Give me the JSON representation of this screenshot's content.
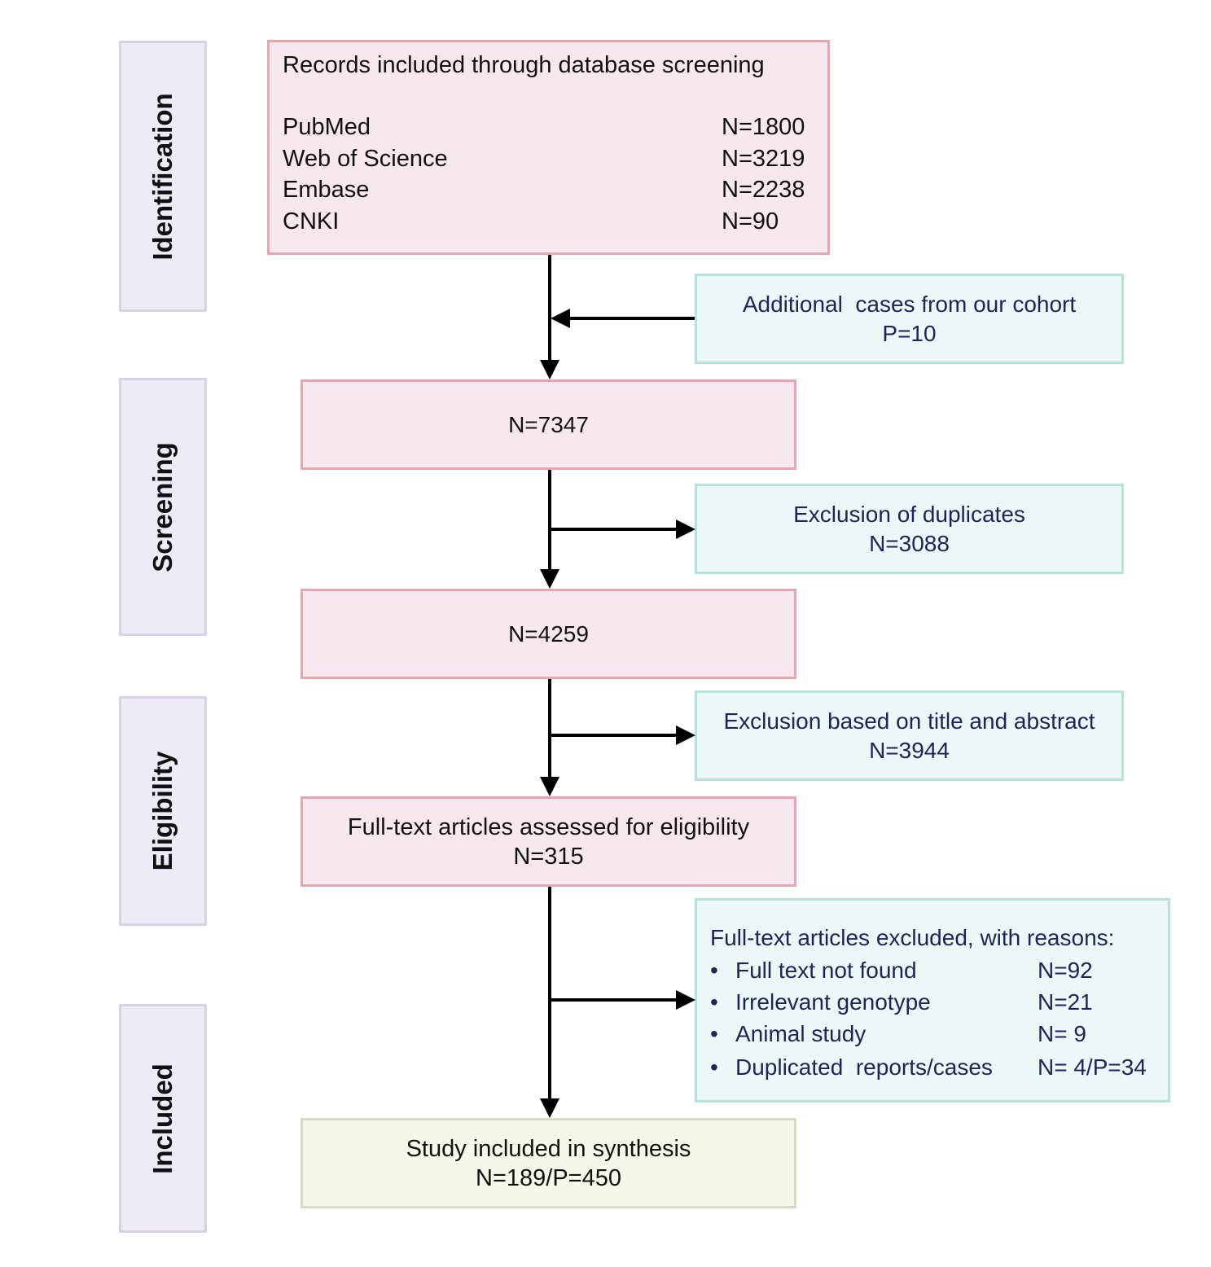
{
  "stages": {
    "identification": "Identification",
    "screening": "Screening",
    "eligibility": "Eligibility",
    "included": "Included"
  },
  "records_box": {
    "title": "Records included through database screening",
    "databases": [
      {
        "name": "PubMed",
        "count": "N=1800"
      },
      {
        "name": "Web of Science",
        "count": "N=3219"
      },
      {
        "name": "Embase",
        "count": "N=2238"
      },
      {
        "name": "CNKI",
        "count": "N=90"
      }
    ]
  },
  "additional_box": {
    "line1": "Additional  cases from our cohort",
    "line2": "P=10"
  },
  "screen_box": {
    "value": "N=7347"
  },
  "duplicates_box": {
    "line1": "Exclusion of duplicates",
    "line2": "N=3088"
  },
  "after_dup_box": {
    "value": "N=4259"
  },
  "title_abstract_box": {
    "line1": "Exclusion based on title and abstract",
    "line2": "N=3944"
  },
  "fulltext_box": {
    "line1": "Full-text articles assessed for eligibility",
    "line2": "N=315"
  },
  "excluded_box": {
    "title": "Full-text articles excluded, with reasons:",
    "bullet": "•",
    "reasons": [
      {
        "label": "Full text not found",
        "count": "N=92"
      },
      {
        "label": "Irrelevant genotype",
        "count": "N=21"
      },
      {
        "label": "Animal study",
        "count": "N= 9"
      },
      {
        "label": "Duplicated  reports/cases",
        "count": "N= 4/P=34"
      }
    ]
  },
  "included_box": {
    "line1": "Study included in synthesis",
    "line2": "N=189/P=450"
  }
}
